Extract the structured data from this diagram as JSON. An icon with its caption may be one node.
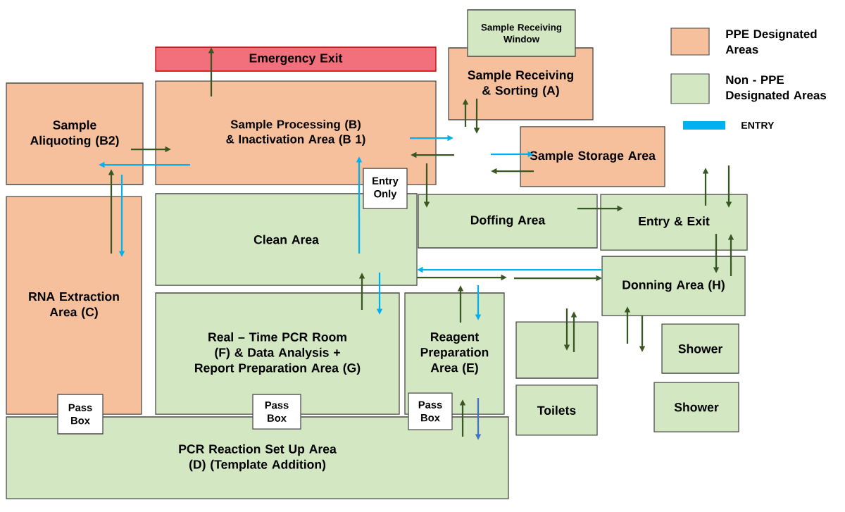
{
  "diagram": {
    "nodes": [
      {
        "text": [
          "Sample Receiving Window"
        ]
      },
      {
        "text": [
          "Emergency Exit"
        ]
      },
      {
        "text": [
          "Sample Receiving & Sorting (A)"
        ]
      },
      {
        "text": [
          "Sample Aliquoting (B2)"
        ]
      },
      {
        "text": [
          "Sample Processing (B) & Inactivation Area (B 1)"
        ]
      },
      {
        "text": [
          "Sample Storage Area"
        ]
      },
      {
        "text": [
          "Entry Only"
        ]
      },
      {
        "text": [
          "Doffing Area"
        ]
      },
      {
        "text": [
          "Entry & Exit"
        ]
      },
      {
        "text": [
          "RNA Extraction Area (C)"
        ]
      },
      {
        "text": [
          "Clean Area"
        ]
      },
      {
        "text": [
          "Donning Area (H)"
        ]
      },
      {
        "text": [
          "Real – Time PCR Room (F) & Data Analysis + Report Preparation Area (G)"
        ]
      },
      {
        "text": [
          "Reagent Preparation Area (E)"
        ]
      },
      {
        "text": [],
        "shape": "box"
      },
      {
        "text": [
          "Shower"
        ]
      },
      {
        "text": [
          "Toilets"
        ]
      },
      {
        "text": [
          "Shower"
        ]
      },
      {
        "text": [
          "PCR Reaction Set Up Area (D) (Template Addition)"
        ]
      },
      {
        "text": [
          "Pass Box"
        ]
      },
      {
        "text": [
          "Pass Box"
        ]
      },
      {
        "text": [
          "Pass Box"
        ]
      }
    ],
    "edges": [
      {
        "from": 4,
        "to": 1,
        "arrow": "to"
      },
      {
        "from": 3,
        "to": 4,
        "arrow": "to"
      },
      {
        "from": 4,
        "to": 3,
        "arrow": "to",
        "color": "#00b0f0"
      },
      {
        "from": 9,
        "to": 3,
        "arrow": "to"
      },
      {
        "from": 3,
        "to": 9,
        "arrow": "to",
        "color": "#00b0f0"
      },
      {
        "from": 10,
        "to": 4,
        "arrow": "to",
        "color": "#00b0f0"
      },
      {
        "from": 4,
        "to": null,
        "arrow": "to",
        "color": "#00b0f0"
      },
      {
        "from": null,
        "to": 5,
        "arrow": "to",
        "color": "#00b0f0"
      },
      {
        "from": 5,
        "to": null,
        "arrow": "to"
      },
      {
        "from": null,
        "to": 4,
        "arrow": "to"
      },
      {
        "from": null,
        "to": 2,
        "arrow": "to"
      },
      {
        "from": 2,
        "to": null,
        "arrow": "to"
      },
      {
        "from": 4,
        "to": 7,
        "arrow": "to"
      },
      {
        "from": 7,
        "to": 8,
        "arrow": "to"
      },
      {
        "from": 8,
        "to": null,
        "arrow": "to"
      },
      {
        "from": null,
        "to": 8,
        "arrow": "to"
      },
      {
        "from": 8,
        "to": 11,
        "arrow": "to"
      },
      {
        "from": 11,
        "to": 8,
        "arrow": "to"
      },
      {
        "from": 11,
        "to": 10,
        "arrow": "to",
        "color": "#00b0f0"
      },
      {
        "from": 10,
        "to": null,
        "arrow": "to"
      },
      {
        "from": null,
        "to": 11,
        "arrow": "to"
      },
      {
        "from": 12,
        "to": 10,
        "arrow": "to"
      },
      {
        "from": 10,
        "to": 12,
        "arrow": "to",
        "color": "#00b0f0"
      },
      {
        "from": 13,
        "to": null,
        "arrow": "to"
      },
      {
        "from": null,
        "to": 13,
        "arrow": "to",
        "color": "#00b0f0"
      },
      {
        "from": 18,
        "to": 13,
        "arrow": "to"
      },
      {
        "from": 13,
        "to": 18,
        "arrow": "to",
        "color": "#4472c4"
      },
      {
        "from": null,
        "to": 14,
        "arrow": "to"
      },
      {
        "from": 14,
        "to": null,
        "arrow": "to"
      },
      {
        "from": null,
        "to": 11,
        "arrow": "to"
      },
      {
        "from": 11,
        "to": null,
        "arrow": "to"
      }
    ],
    "legend": [
      {
        "text": "PPE Designated Areas",
        "color": "#f6c09c"
      },
      {
        "text": "Non - PPE Designated Areas",
        "color": "#d3e7c3"
      },
      {
        "text": "ENTRY",
        "color": "#00b0f0"
      }
    ]
  }
}
